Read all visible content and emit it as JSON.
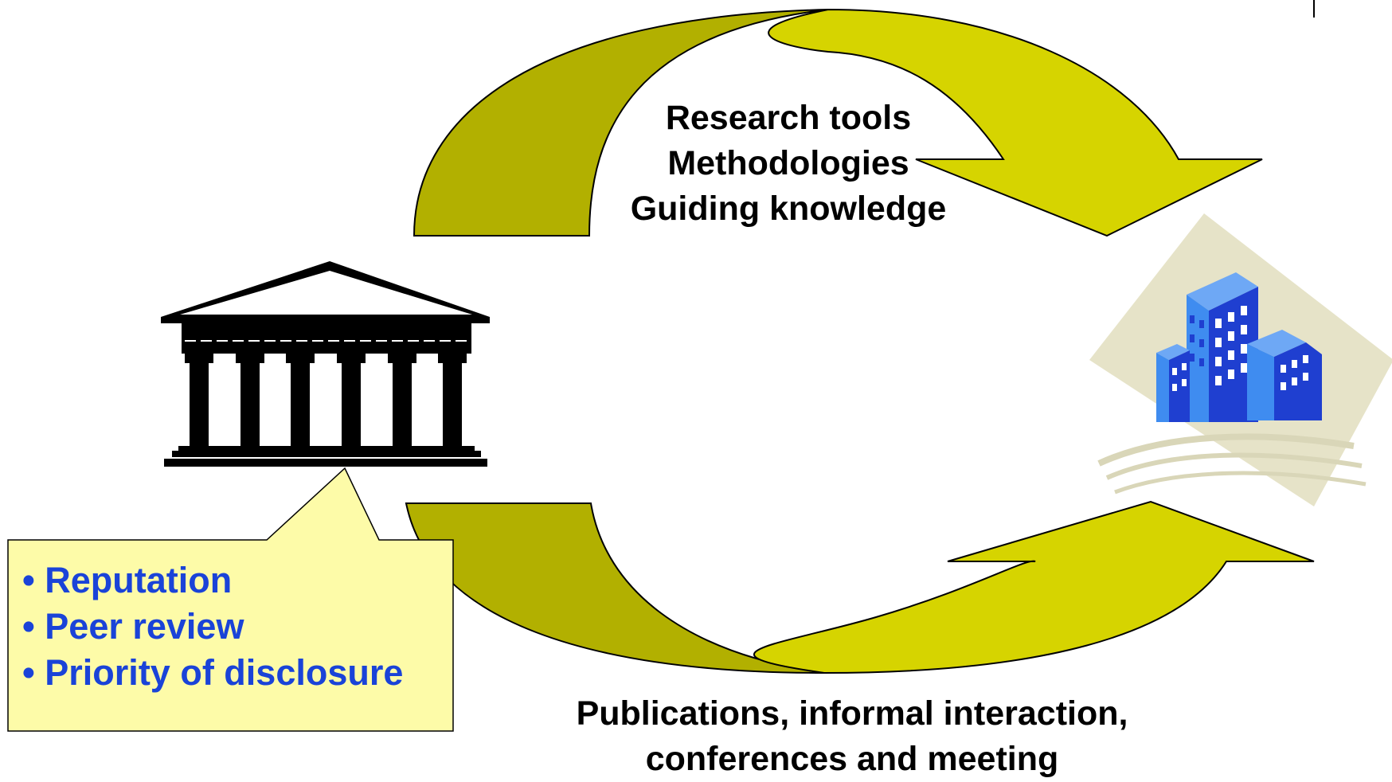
{
  "top_flow": {
    "lines": [
      "Research tools",
      "Methodologies",
      "Guiding knowledge"
    ]
  },
  "bottom_flow": {
    "lines": [
      "Publications, informal interaction,",
      "conferences and meeting"
    ]
  },
  "callout": {
    "bullet": "•",
    "items": [
      "Reputation",
      "Peer review",
      "Priority of disclosure"
    ]
  },
  "icons": {
    "left": "university-temple-icon",
    "right": "company-buildings-icon"
  },
  "colors": {
    "arrow_light": "#d6d400",
    "arrow_dark": "#b2b000",
    "callout_fill": "#fdfba8",
    "callout_text": "#1a43d8",
    "building_blue": "#3f8cf0",
    "building_dark": "#1f3fd0",
    "diamond": "#e6e3c8"
  }
}
